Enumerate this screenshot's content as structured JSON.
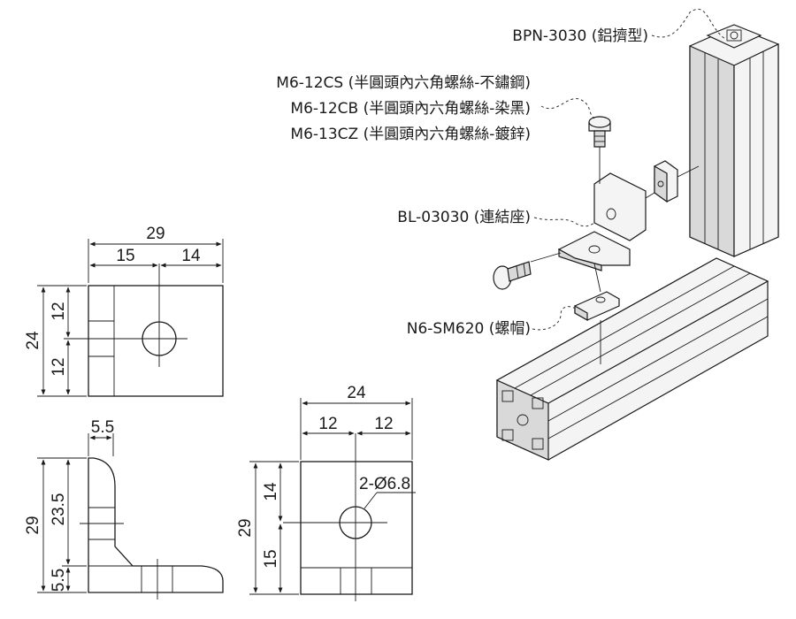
{
  "labels": {
    "profile": "BPN-3030 (鋁擠型)",
    "screw_cs": "M6-12CS (半圓頭內六角螺絲-不鏽鋼)",
    "screw_cb": "M6-12CB (半圓頭內六角螺絲-染黑)",
    "screw_cz": "M6-13CZ (半圓頭內六角螺絲-鍍鋅)",
    "bracket": "BL-03030 (連結座)",
    "nut": "N6-SM620 (螺帽)"
  },
  "dims_top": {
    "width": "29",
    "left": "15",
    "right": "14",
    "height": "24",
    "upper": "12",
    "lower": "12"
  },
  "dims_side": {
    "top": "5.5",
    "height": "29",
    "upper": "23.5",
    "lower": "5.5"
  },
  "dims_front": {
    "width": "24",
    "left": "12",
    "right": "12",
    "hole": "2-Ø6.8",
    "height": "29",
    "upper": "14",
    "lower": "15"
  }
}
